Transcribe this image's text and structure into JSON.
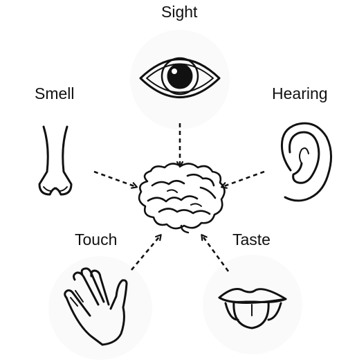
{
  "senses": {
    "sight": "Sight",
    "smell": "Smell",
    "hearing": "Hearing",
    "touch": "Touch",
    "taste": "Taste"
  },
  "colors": {
    "stroke": "#111111",
    "background": "#ffffff"
  },
  "icons": [
    "eye-icon",
    "nose-icon",
    "ear-icon",
    "hand-icon",
    "mouth-icon",
    "brain-icon"
  ]
}
